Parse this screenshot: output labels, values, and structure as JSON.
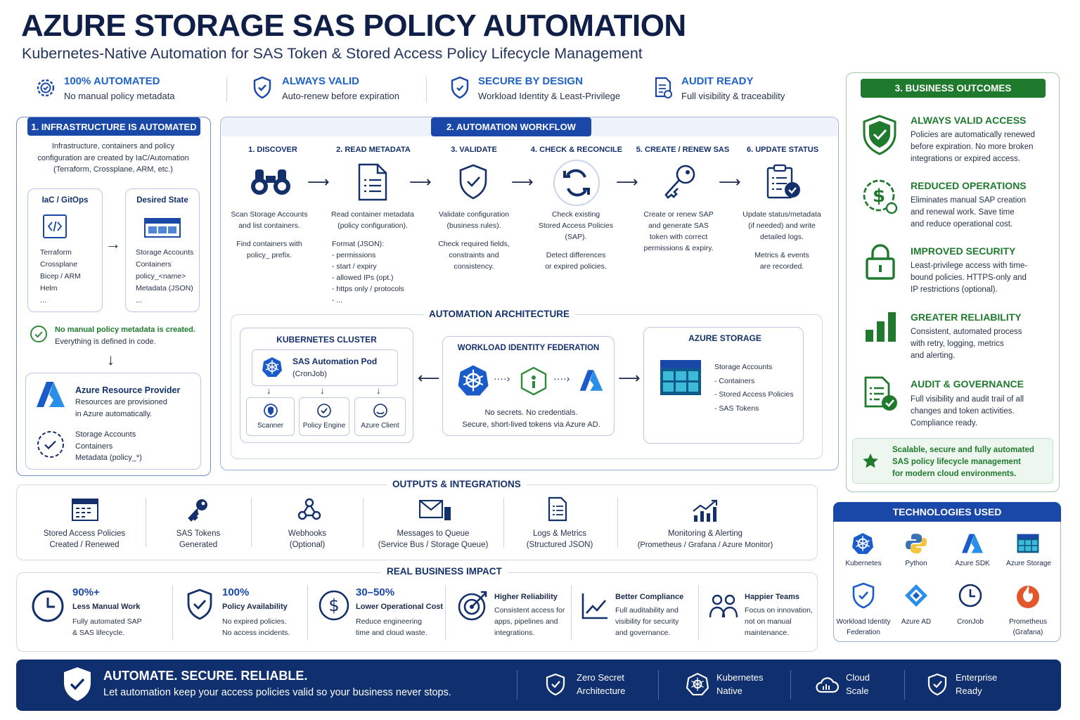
{
  "header": {
    "title": "AZURE STORAGE SAS POLICY AUTOMATION",
    "subtitle": "Kubernetes-Native Automation for SAS Token & Stored Access Policy Lifecycle Management"
  },
  "features": [
    {
      "title": "100% AUTOMATED",
      "desc": "No manual policy metadata"
    },
    {
      "title": "ALWAYS VALID",
      "desc": "Auto-renew before expiration"
    },
    {
      "title": "SECURE BY DESIGN",
      "desc": "Workload Identity & Least-Privilege"
    },
    {
      "title": "AUDIT READY",
      "desc": "Full visibility & traceability"
    }
  ],
  "infra": {
    "heading": "1. INFRASTRUCTURE IS AUTOMATED",
    "intro": [
      "Infrastructure, containers and policy",
      "configuration are created by IaC/Automation",
      "(Terraform, Crossplane, ARM, etc.)"
    ],
    "iac_title": "IaC / GitOps",
    "iac_items": [
      "Terraform",
      "Crossplane",
      "Bicep / ARM",
      "Helm",
      "..."
    ],
    "desired_title": "Desired State",
    "desired_items": [
      "Storage Accounts",
      "Containers",
      "policy_<name>",
      "Metadata (JSON)",
      "..."
    ],
    "note_line1": "No manual policy metadata is created.",
    "note_line2": "Everything is defined in code.",
    "provider_title": "Azure Resource Provider",
    "provider_desc": [
      "Resources are provisioned",
      "in Azure automatically."
    ],
    "provider_items": [
      "Storage Accounts",
      "Containers",
      "Metadata (policy_*)"
    ]
  },
  "workflow": {
    "heading": "2. AUTOMATION WORKFLOW",
    "steps": [
      {
        "title": "1. DISCOVER",
        "lines": [
          "Scan Storage Accounts",
          "and list containers.",
          "",
          "Find containers with",
          "policy_ prefix."
        ]
      },
      {
        "title": "2. READ METADATA",
        "lines": [
          "Read container metadata",
          "(policy configuration).",
          "",
          "Format (JSON):",
          "- permissions",
          "- start / expiry",
          "- allowed IPs (opt.)",
          "- https only / protocols",
          "- ..."
        ]
      },
      {
        "title": "3. VALIDATE",
        "lines": [
          "Validate configuration",
          "(business rules).",
          "",
          "Check required fields,",
          "constraints and",
          "consistency."
        ]
      },
      {
        "title": "4. CHECK & RECONCILE",
        "lines": [
          "Check existing",
          "Stored Access Policies",
          "(SAP).",
          "",
          "Detect differences",
          "or expired policies."
        ]
      },
      {
        "title": "5. CREATE / RENEW SAS",
        "lines": [
          "Create or renew SAP",
          "and generate SAS",
          "token with correct",
          "permissions & expiry."
        ]
      },
      {
        "title": "6. UPDATE STATUS",
        "lines": [
          "Update status/metadata",
          "(if needed) and write",
          "detailed logs.",
          "",
          "Metrics & events",
          "are recorded."
        ]
      }
    ]
  },
  "architecture": {
    "heading": "AUTOMATION ARCHITECTURE",
    "cluster_title": "KUBERNETES CLUSTER",
    "pod_title": "SAS Automation Pod",
    "pod_sub": "(CronJob)",
    "components": [
      "Scanner",
      "Policy Engine",
      "Azure Client"
    ],
    "wif_title": "WORKLOAD IDENTITY FEDERATION",
    "wif_line1": "No secrets. No credentials.",
    "wif_line2": "Secure, short-lived tokens via Azure AD.",
    "storage_title": "AZURE STORAGE",
    "storage_items": [
      "Storage Accounts",
      "- Containers",
      "- Stored Access Policies",
      "- SAS Tokens"
    ]
  },
  "outputs": {
    "heading": "OUTPUTS & INTEGRATIONS",
    "items": [
      {
        "l1": "Stored Access Policies",
        "l2": "Created / Renewed"
      },
      {
        "l1": "SAS Tokens",
        "l2": "Generated"
      },
      {
        "l1": "Webhooks",
        "l2": "(Optional)"
      },
      {
        "l1": "Messages to Queue",
        "l2": "(Service Bus / Storage Queue)"
      },
      {
        "l1": "Logs & Metrics",
        "l2": "(Structured JSON)"
      },
      {
        "l1": "Monitoring & Alerting",
        "l2": "(Prometheus / Grafana / Azure Monitor)"
      }
    ]
  },
  "impact": {
    "heading": "REAL BUSINESS IMPACT",
    "items": [
      {
        "big": "90%+",
        "title": "Less Manual Work",
        "d1": "Fully automated SAP",
        "d2": "& SAS lifecycle.",
        "d3": ""
      },
      {
        "big": "100%",
        "title": "Policy Availability",
        "d1": "No expired policies.",
        "d2": "No access incidents.",
        "d3": ""
      },
      {
        "big": "30–50%",
        "title": "Lower Operational Cost",
        "d1": "Reduce engineering",
        "d2": "time and cloud waste.",
        "d3": ""
      },
      {
        "big": "",
        "title": "Higher Reliability",
        "d1": "Consistent access for",
        "d2": "apps, pipelines and",
        "d3": "integrations."
      },
      {
        "big": "",
        "title": "Better Compliance",
        "d1": "Full auditability and",
        "d2": "visibility for security",
        "d3": "and governance."
      },
      {
        "big": "",
        "title": "Happier Teams",
        "d1": "Focus on innovation,",
        "d2": "not on manual",
        "d3": "maintenance."
      }
    ]
  },
  "outcomes": {
    "heading": "3. BUSINESS OUTCOMES",
    "items": [
      {
        "title": "ALWAYS VALID ACCESS",
        "lines": [
          "Policies are automatically renewed",
          "before expiration. No more broken",
          "integrations or expired access."
        ]
      },
      {
        "title": "REDUCED OPERATIONS",
        "lines": [
          "Eliminates manual SAP creation",
          "and renewal work. Save time",
          "and reduce operational cost."
        ]
      },
      {
        "title": "IMPROVED SECURITY",
        "lines": [
          "Least-privilege access with time-",
          "bound policies. HTTPS-only and",
          "IP restrictions (optional)."
        ]
      },
      {
        "title": "GREATER RELIABILITY",
        "lines": [
          "Consistent, automated process",
          "with retry, logging, metrics",
          "and alerting."
        ]
      },
      {
        "title": "AUDIT & GOVERNANCE",
        "lines": [
          "Full visibility and audit trail of all",
          "changes and token activities.",
          "Compliance ready."
        ]
      }
    ],
    "summary": [
      "Scalable, secure and fully automated",
      "SAS policy lifecycle management",
      "for modern cloud environments."
    ]
  },
  "tech": {
    "heading": "TECHNOLOGIES USED",
    "items": [
      {
        "l1": "Kubernetes",
        "l2": ""
      },
      {
        "l1": "Python",
        "l2": ""
      },
      {
        "l1": "Azure SDK",
        "l2": ""
      },
      {
        "l1": "Azure Storage",
        "l2": ""
      },
      {
        "l1": "Workload Identity",
        "l2": "Federation"
      },
      {
        "l1": "Azure AD",
        "l2": ""
      },
      {
        "l1": "CronJob",
        "l2": ""
      },
      {
        "l1": "Prometheus",
        "l2": "(Grafana)"
      }
    ]
  },
  "footer": {
    "title": "AUTOMATE. SECURE. RELIABLE.",
    "tagline": "Let automation keep your access policies valid so your business never stops.",
    "badges": [
      {
        "l1": "Zero Secret",
        "l2": "Architecture"
      },
      {
        "l1": "Kubernetes",
        "l2": "Native"
      },
      {
        "l1": "Cloud",
        "l2": "Scale"
      },
      {
        "l1": "Enterprise",
        "l2": "Ready"
      }
    ]
  },
  "colors": {
    "navy": "#13306b",
    "blue": "#1a48a8",
    "green": "#1f7a2e",
    "footer": "#0f2f6e"
  }
}
